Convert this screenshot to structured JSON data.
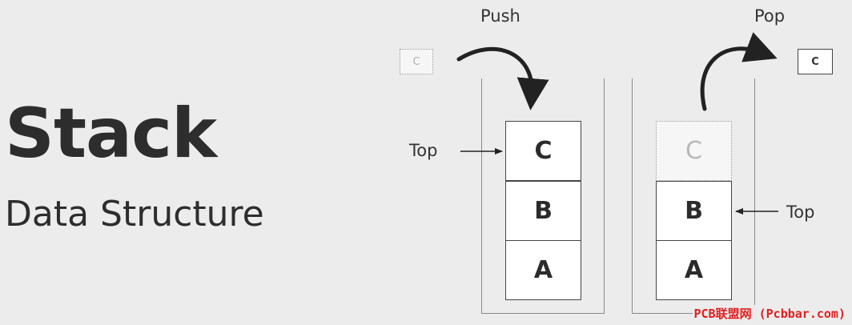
{
  "heading": {
    "title": "Stack",
    "subtitle": "Data Structure"
  },
  "push": {
    "label": "Push",
    "incoming": "C",
    "top_label": "Top",
    "items": [
      "C",
      "B",
      "A"
    ]
  },
  "pop": {
    "label": "Pop",
    "outgoing": "C",
    "removed": "C",
    "top_label": "Top",
    "items": [
      "B",
      "A"
    ]
  },
  "watermark": "PCB联盟网 (Pcbbar.com)",
  "colors": {
    "background": "#ececec",
    "ink": "#2b2b2b",
    "watermark": "#e02020"
  }
}
